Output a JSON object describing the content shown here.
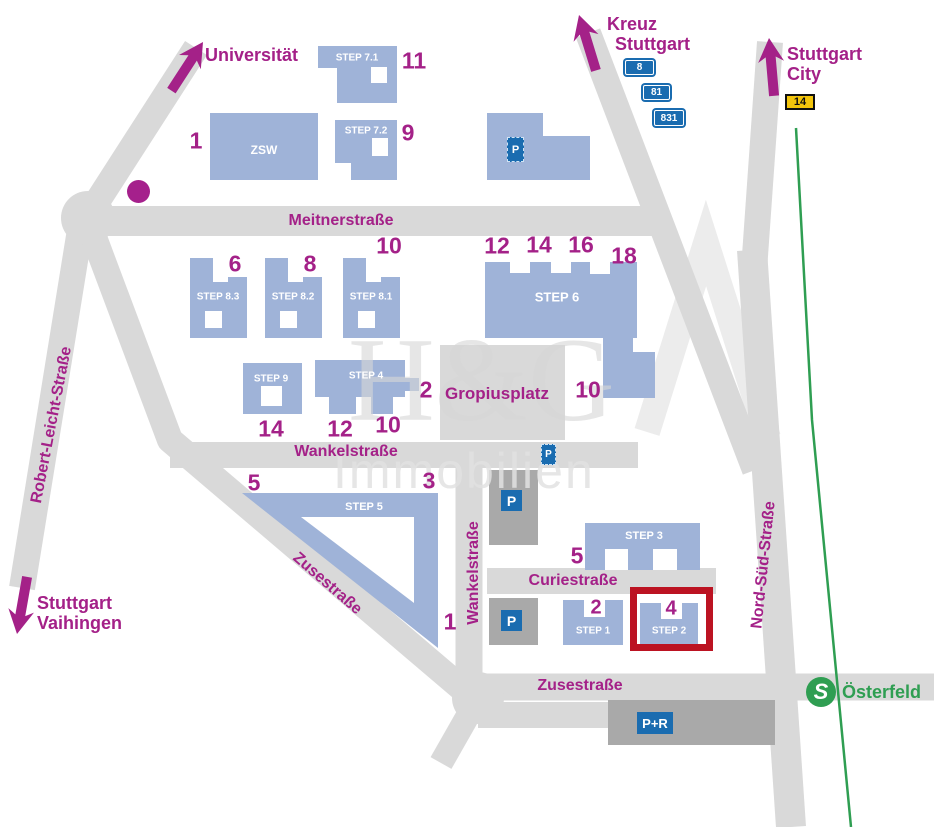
{
  "destinations": {
    "universitaet": "Universität",
    "kreuz_line1": "Kreuz",
    "kreuz_line2": "Stuttgart",
    "city_line1": "Stuttgart",
    "city_line2": "City",
    "vaihingen_line1": "Stuttgart",
    "vaihingen_line2": "Vaihingen"
  },
  "road_signs": {
    "a8": "8",
    "a81": "81",
    "a831": "831",
    "b14": "14"
  },
  "streets": {
    "meitnerstrasse": "Meitnerstraße",
    "robert_leicht_strasse": "Robert-Leicht-Straße",
    "wankelstrasse_horizontal": "Wankelstraße",
    "wankelstrasse_vertical": "Wankelstraße",
    "zusestrasse_diagonal": "Zusestraße",
    "zusestrasse_bottom": "Zusestraße",
    "curiestrasse": "Curiestraße",
    "nord_sued_strasse": "Nord-Süd-Straße"
  },
  "plaza": {
    "gropiusplatz": "Gropiusplatz"
  },
  "buildings": {
    "zsw": {
      "name": "ZSW",
      "number": "1"
    },
    "step7_1": {
      "name": "STEP 7.1",
      "number": "11"
    },
    "step7_2": {
      "name": "STEP 7.2",
      "number": "9"
    },
    "step8_3": {
      "name": "STEP 8.3",
      "number": "6"
    },
    "step8_2": {
      "name": "STEP 8.2",
      "number": "8"
    },
    "step8_1": {
      "name": "STEP 8.1",
      "number": "10"
    },
    "step6": {
      "name": "STEP 6",
      "numbers": [
        "12",
        "14",
        "16",
        "18"
      ],
      "annex_number": "10"
    },
    "step9": {
      "name": "STEP 9",
      "number": "14"
    },
    "step4": {
      "name": "STEP 4",
      "numbers": [
        "12",
        "10",
        "2"
      ]
    },
    "step5": {
      "name": "STEP 5",
      "numbers": [
        "5",
        "3",
        "1"
      ]
    },
    "step3": {
      "name": "STEP 3",
      "number": "5"
    },
    "step1": {
      "name": "STEP 1",
      "number": "2"
    },
    "step2": {
      "name": "STEP 2",
      "number": "4",
      "highlighted": true
    }
  },
  "parking": {
    "sign": "P",
    "park_and_ride": "P+R"
  },
  "transit": {
    "logo": "S",
    "station": "Österfeld"
  },
  "watermark": {
    "line1": "H&G",
    "line2": "Immobilien"
  },
  "colors": {
    "street": "#d9d9d9",
    "building": "#9fb3d8",
    "parking_lot": "#a9a9a9",
    "magenta": "#a42188",
    "highlight_red": "#bc1322",
    "sbahn_green": "#2f9e52",
    "sign_blue": "#1a6cb0",
    "sign_yellow": "#f3c50c"
  }
}
